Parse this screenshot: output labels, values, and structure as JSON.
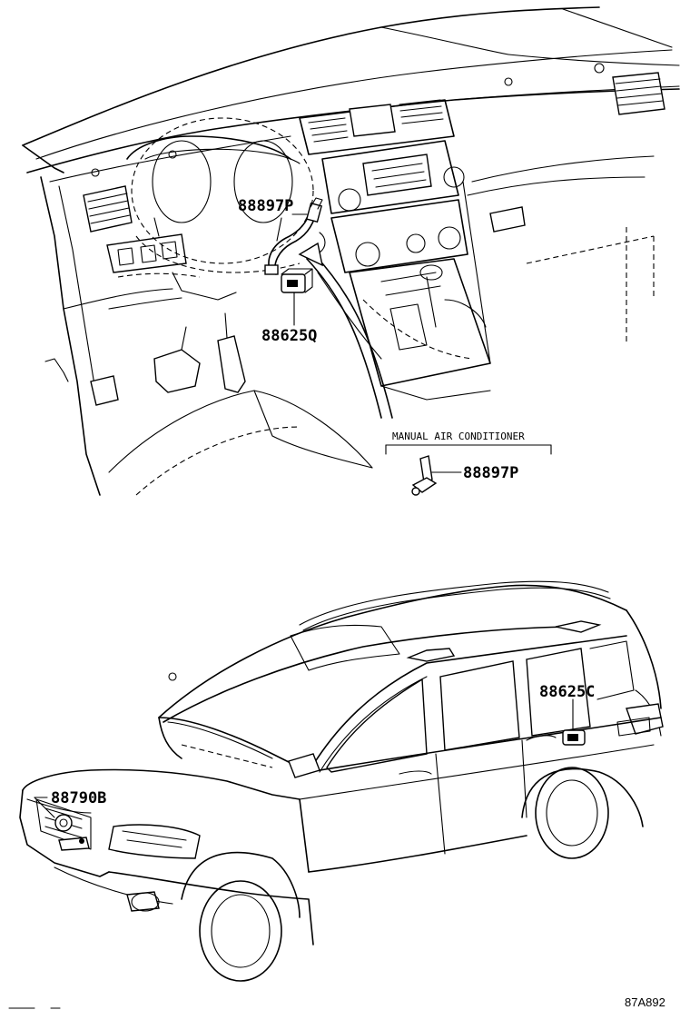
{
  "labels": {
    "part_88897p_top": "88897P",
    "part_88625q": "88625Q",
    "manual_ac_title": "MANUAL AIR CONDITIONER",
    "part_88897p_inset": "88897P",
    "part_88625c": "88625C",
    "part_88790b": "88790B",
    "figure_ref": "87A892"
  },
  "icons": {
    "dashboard": "dashboard-illustration",
    "vehicle": "suv-illustration",
    "aspirator_hose": "aspirator-hose-icon",
    "sensor": "sensor-icon"
  }
}
